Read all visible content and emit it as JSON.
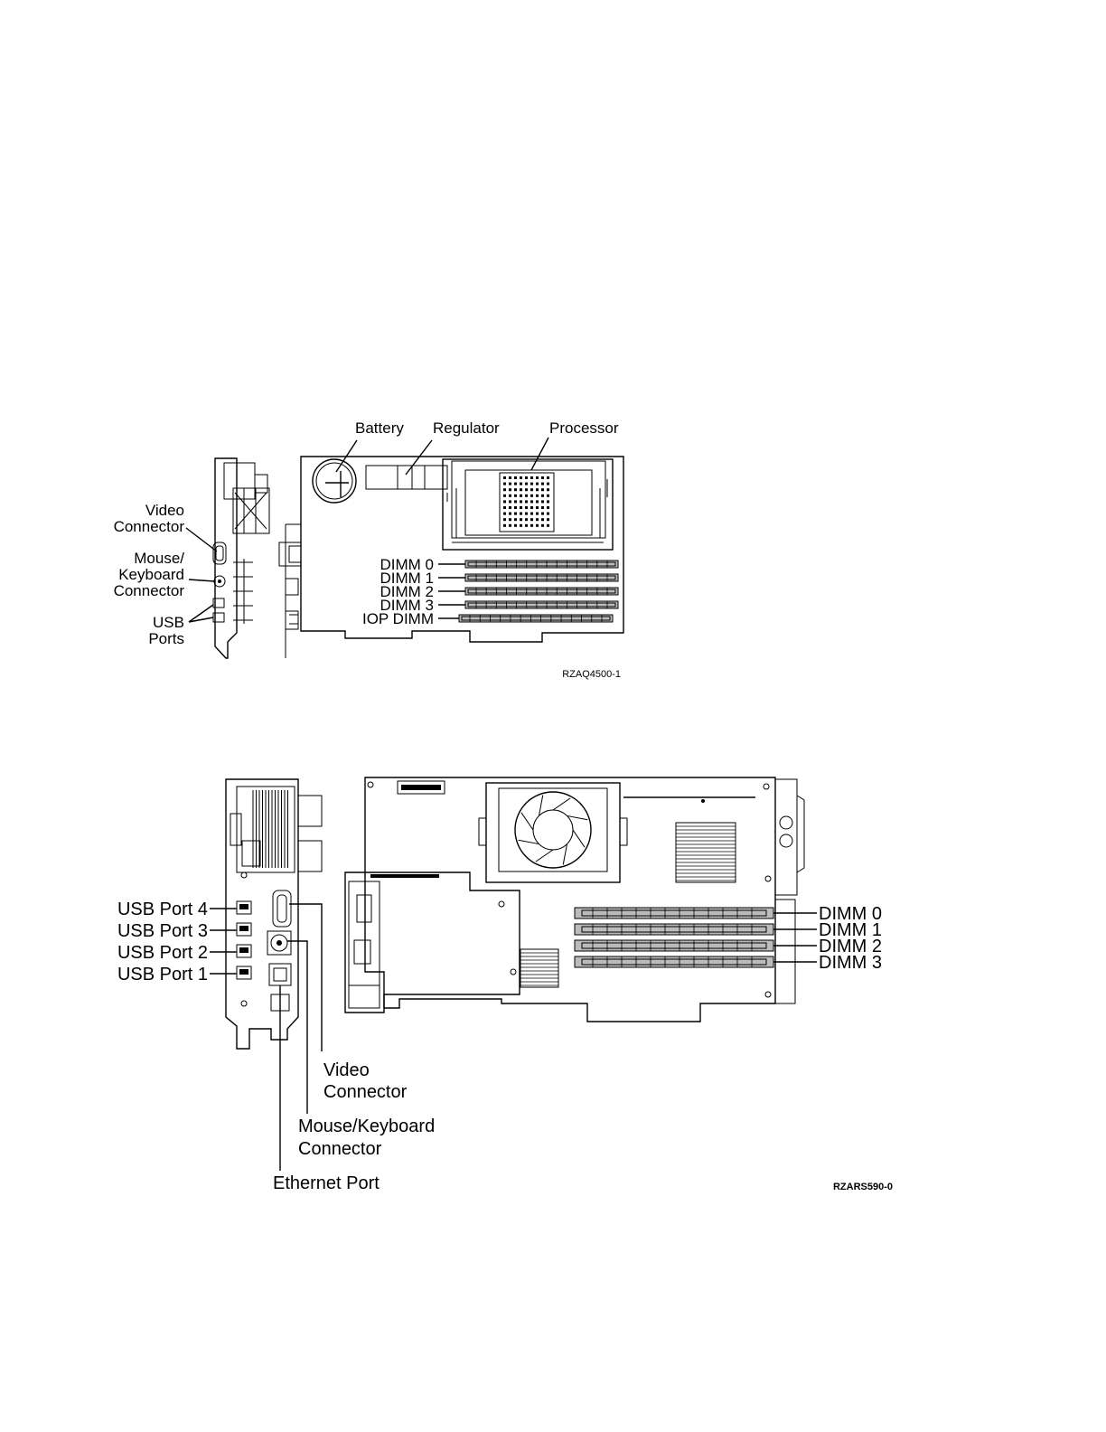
{
  "diagram1": {
    "labels": {
      "battery": "Battery",
      "regulator": "Regulator",
      "processor": "Processor",
      "video_1": "Video",
      "video_2": "Connector",
      "mouse_1": "Mouse/",
      "mouse_2": "Keyboard",
      "mouse_3": "Connector",
      "usb_1": "USB",
      "usb_2": "Ports"
    },
    "dimms": [
      "DIMM 0",
      "DIMM 1",
      "DIMM 2",
      "DIMM 3",
      "IOP DIMM"
    ],
    "figure_id": "RZAQ4500-1"
  },
  "diagram2": {
    "usb_ports": [
      "USB Port 4",
      "USB Port 3",
      "USB Port 2",
      "USB Port 1"
    ],
    "dimms": [
      "DIMM 0",
      "DIMM 1",
      "DIMM 2",
      "DIMM 3"
    ],
    "labels": {
      "video_1": "Video",
      "video_2": "Connector",
      "mouse_1": "Mouse/Keyboard",
      "mouse_2": "Connector",
      "ethernet": "Ethernet Port"
    },
    "figure_id": "RZARS590-0"
  }
}
